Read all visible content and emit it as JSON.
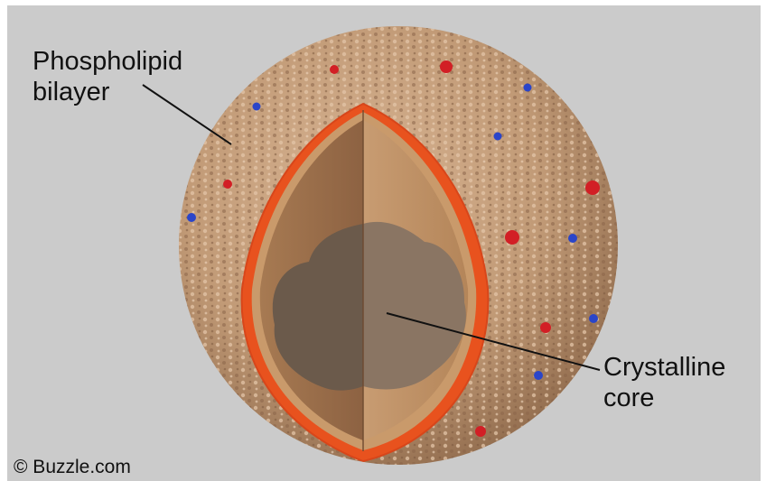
{
  "labels": {
    "bilayer_line1": "Phospholipid",
    "bilayer_line2": "bilayer",
    "core_line1": "Crystalline",
    "core_line2": "core"
  },
  "credit": "© Buzzle.com",
  "colors": {
    "background": "#cbcbcb",
    "bilayer_surface": "#c7a07e",
    "membrane_outline": "#e8521e",
    "interior_light": "#bc8d63",
    "interior_dark": "#9a6a45",
    "core": "#6e5d4f",
    "particle_red": "#d21f25",
    "particle_blue": "#2a45c9",
    "leader_line": "#111111"
  }
}
